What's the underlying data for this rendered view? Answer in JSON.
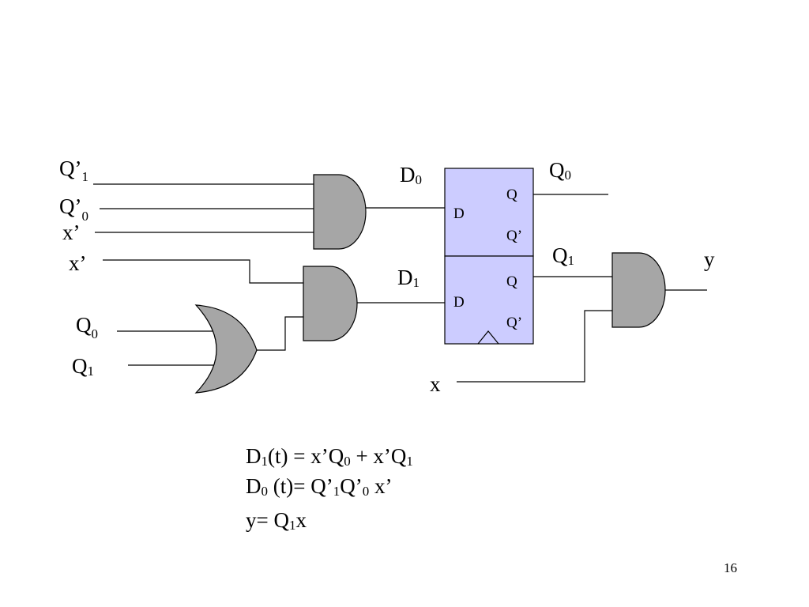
{
  "colors": {
    "gate_fill": "#a6a6a6",
    "flipflop_fill": "#ccccff"
  },
  "inputs": {
    "and0_in1": {
      "base": "Q’",
      "sub": "1"
    },
    "and0_in2": {
      "base": "Q’",
      "sub": "0"
    },
    "and0_in3": {
      "base": "x’"
    },
    "and1_in1": {
      "base": "x’"
    },
    "or_in1": {
      "base": "Q",
      "sub": "0"
    },
    "or_in2": {
      "base": "Q",
      "sub": "1"
    },
    "x_input": {
      "base": "x"
    }
  },
  "nets": {
    "d0": {
      "base": "D",
      "sub": "0"
    },
    "d1": {
      "base": "D",
      "sub": "1"
    },
    "q0_out": {
      "base": "Q",
      "sub": "0"
    },
    "q1_out": {
      "base": "Q",
      "sub": "1"
    },
    "y_out": {
      "base": "y"
    }
  },
  "flipflops": {
    "top": {
      "d_pin": "D",
      "q_pin": "Q",
      "qbar_pin": "Q’"
    },
    "bottom": {
      "d_pin": "D",
      "q_pin": "Q",
      "qbar_pin": "Q’"
    }
  },
  "equations": [
    {
      "parts": [
        [
          "D",
          "1"
        ],
        [
          "(t) = x’Q",
          "0"
        ],
        [
          " + x’Q",
          "1"
        ]
      ]
    },
    {
      "parts": [
        [
          "D",
          "0"
        ],
        [
          " (t)= Q’",
          "1"
        ],
        [
          "Q’",
          "0"
        ],
        [
          " x’",
          ""
        ]
      ]
    },
    {
      "parts": [
        [
          "y= Q",
          "1"
        ],
        [
          "x",
          ""
        ]
      ]
    }
  ],
  "page_number": "16"
}
